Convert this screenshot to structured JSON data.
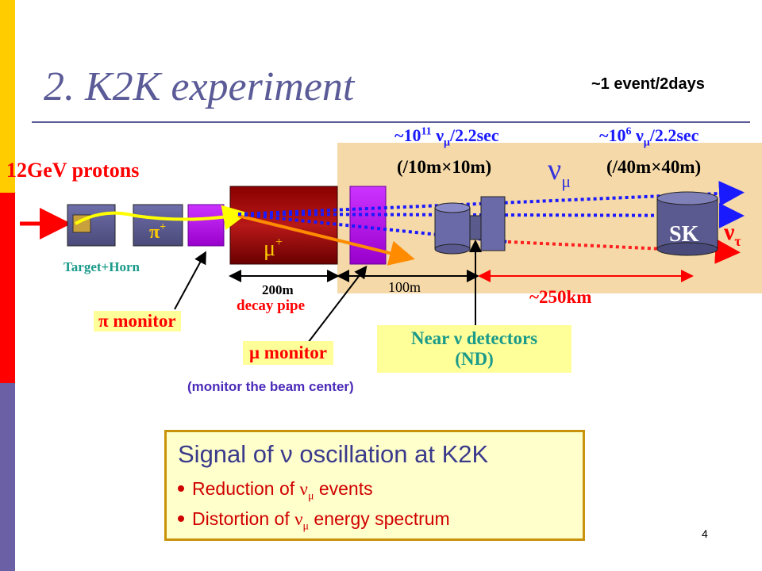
{
  "title": "2. K2K experiment",
  "rate": "~1 event/2days",
  "beam": {
    "protons": "12GeV protons",
    "flux_near_prefix": "~10",
    "flux_near_exp": "11",
    "flux_near_suffix": "/2.2sec",
    "flux_near_area": "(/10m×10m)",
    "flux_far_prefix": "~10",
    "flux_far_exp": "6",
    "flux_far_suffix": "/2.2sec",
    "flux_far_area": "(/40m×40m)",
    "nu": "ν",
    "mu": "μ",
    "tau": "τ",
    "pi_plus": "π+",
    "mu_plus": "μ+",
    "sk": "SK"
  },
  "labels": {
    "target_horn": "Target+Horn",
    "decay_pipe_len": "200m",
    "decay_pipe": "decay pipe",
    "near_dist": "100m",
    "far_dist": "~250km",
    "pi_monitor": "π monitor",
    "mu_monitor": "μ monitor",
    "monitor_note": "(monitor the beam center)",
    "near_det_line1": "Near ν detectors",
    "near_det_line2": "(ND)"
  },
  "signal": {
    "title": "Signal of ν oscillation at K2K",
    "items": [
      {
        "pre": "Reduction of ",
        "nu": "ν",
        "sub": "μ",
        "post": " events"
      },
      {
        "pre": "Distortion of ",
        "nu": "ν",
        "sub": "μ",
        "post": " energy spectrum"
      }
    ]
  },
  "page_number": "4",
  "colors": {
    "title": "#5b5b98",
    "accent_red": "#ff0000",
    "beam_blue": "#1a1aff",
    "teal": "#1a9a8a",
    "purple_label": "#4a2ab8"
  }
}
